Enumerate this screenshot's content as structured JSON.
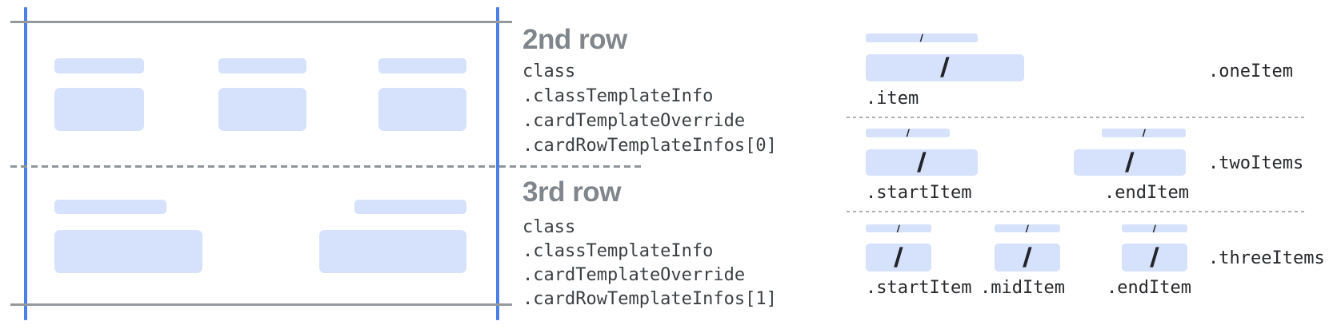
{
  "palette": {
    "bar_fill": "#d6e1fb",
    "guide_blue": "#4a80ea",
    "rule_gray": "#95999d",
    "dashed_gray": "#8f959b",
    "dotted_gray": "#aaafb5",
    "heading_gray": "#80868b",
    "code_text": "#3c4043",
    "label_text": "#26282b"
  },
  "glyphs": {
    "slash": "/"
  },
  "rows": [
    {
      "title": "2nd row",
      "path_lines": [
        "class",
        ".classTemplateInfo",
        ".cardTemplateOverride",
        ".cardRowTemplateInfos[0]"
      ]
    },
    {
      "title": "3rd row",
      "path_lines": [
        "class",
        ".classTemplateInfo",
        ".cardTemplateOverride",
        ".cardRowTemplateInfos[1]"
      ]
    }
  ],
  "layouts": [
    {
      "name": ".oneItem",
      "items": [
        ".item"
      ]
    },
    {
      "name": ".twoItems",
      "items": [
        ".startItem",
        ".endItem"
      ]
    },
    {
      "name": ".threeItems",
      "items": [
        ".startItem",
        ".midItem",
        ".endItem"
      ]
    }
  ]
}
